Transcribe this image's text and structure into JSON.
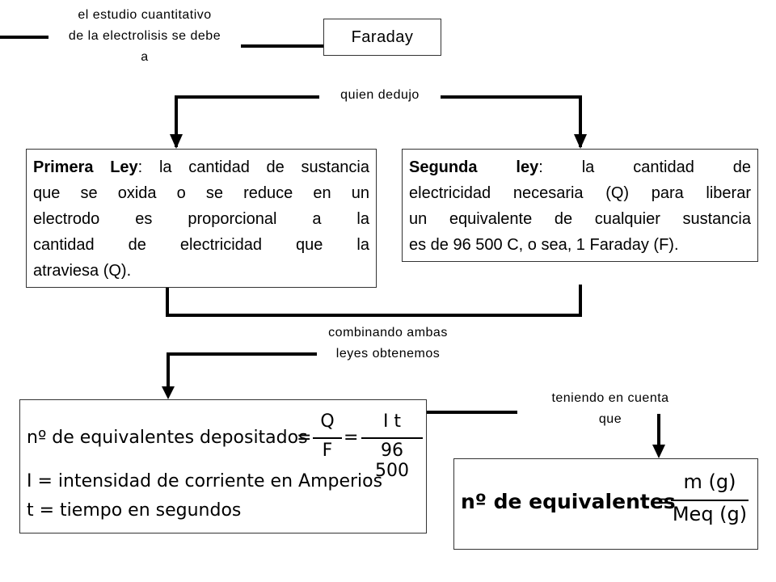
{
  "top_label": {
    "lines": [
      "el estudio cuantitativo",
      "de la electrolisis se debe",
      "a"
    ]
  },
  "faraday_box": {
    "text": "Faraday"
  },
  "deduced_label": {
    "text": "quien dedujo"
  },
  "first_law": {
    "title": "Primera Ley",
    "text_line1": ": la cantidad de sustancia",
    "text_lines": [
      "que se oxida o se reduce en un",
      "electrodo es proporcional a la",
      "cantidad de electricidad que la",
      "atraviesa (Q)."
    ]
  },
  "second_law": {
    "title": "Segunda ley",
    "text_line1": ": la cantidad de",
    "text_lines": [
      "electricidad necesaria (Q) para liberar",
      "un equivalente de cualquier sustancia",
      "es de 96 500 C, o sea, 1 Faraday (F)."
    ]
  },
  "combine_label": {
    "lines": [
      "combinando ambas",
      "leyes obtenemos"
    ]
  },
  "considering_label": {
    "lines": [
      "teniendo en cuenta",
      "que"
    ]
  },
  "formula_box": {
    "line1_prefix": "nº de equivalentes depositados",
    "eq": "=",
    "frac1_num": "Q",
    "frac1_den": "F",
    "frac2_num": "I t",
    "frac2_den": "96 500",
    "line2": "I = intensidad de corriente en Amperios",
    "line3": "t = tiempo en segundos"
  },
  "result_box": {
    "prefix": "nº de equivalentes",
    "eq": "=",
    "num": "m (g)",
    "den": "Meq (g)"
  },
  "colors": {
    "line": "#000000",
    "box_border": "#333333"
  }
}
